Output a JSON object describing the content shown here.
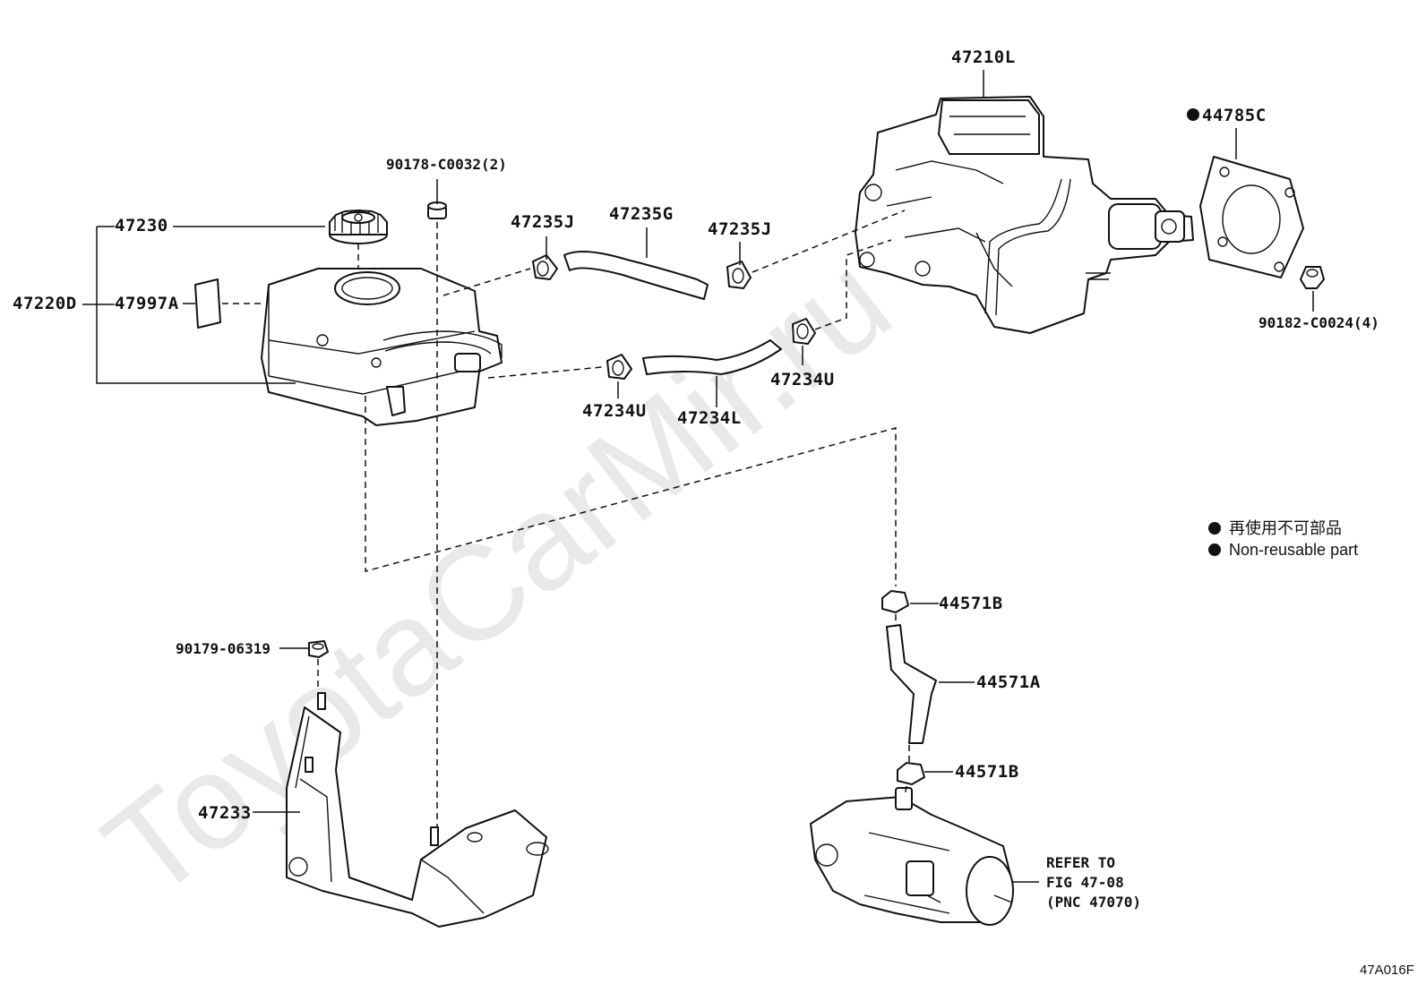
{
  "watermark": "ToyotaCarMir.ru",
  "figure_code": "47A016F",
  "labels": {
    "p47210L": "47210L",
    "p44785C": "44785C",
    "p90182": "90182-C0024(4)",
    "p90178": "90178-C0032(2)",
    "p47230": "47230",
    "p47220D": "47220D",
    "p47997A": "47997A",
    "p47235J_left": "47235J",
    "p47235G": "47235G",
    "p47235J_right": "47235J",
    "p47234U_left": "47234U",
    "p47234L": "47234L",
    "p47234U_right": "47234U",
    "p90179": "90179-06319",
    "p47233": "47233",
    "p44571B_top": "44571B",
    "p44571A": "44571A",
    "p44571B_bottom": "44571B"
  },
  "refer": {
    "line1": "REFER TO",
    "line2": "FIG 47-08",
    "line3": "(PNC 47070)"
  },
  "legend": {
    "item_jp": "再使用不可部品",
    "item_en": "Non-reusable part"
  }
}
